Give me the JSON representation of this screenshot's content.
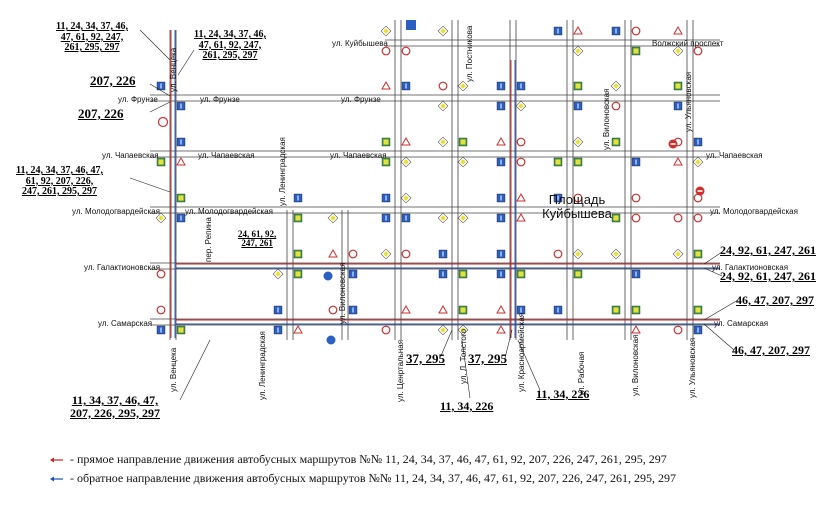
{
  "streets_horizontal": {
    "kuibysheva": "ул. Куйбышева",
    "volzhsky": "Волжский проспект",
    "frunze_left": "ул. Фрунзе",
    "frunze_left2": "ул. Фрунзе",
    "frunze_center": "ул. Фрунзе",
    "chapaevskaya_left": "ул. Чапаевская",
    "chapaevskaya_left2": "ул. Чапаевская",
    "chapaevskaya_center": "ул. Чапаевская",
    "chapaevskaya_right": "ул. Чапаевская",
    "molodogvardeiskaya_left": "ул. Молодогвардейская",
    "molodogvardeiskaya_left2": "ул. Молодогвардейская",
    "molodogvardeiskaya_right": "ул. Молодогвардейская",
    "galaktionovskaya_left": "ул. Галактионовская",
    "galaktionovskaya_right": "ул. Галактионовская",
    "samarskaya_left": "ул. Самарская",
    "samarskaya_right": "ул. Самарская"
  },
  "streets_vertical": {
    "venceka_top": "ул. Венцека",
    "venceka_bottom": "ул. Венцека",
    "leningradskaya_top": "ул. Ленинградская",
    "leningradskaya_bottom": "ул. Ленинградская",
    "repina": "пер. Репина",
    "vilonovskaya": "ул. Вилоновская",
    "vilonovskaya_top": "ул. Вилоновская",
    "postnikova": "ул. Постникова",
    "tsentralnaya": "ул. Ценртальная",
    "tolstogo": "ул. Л. Толстого",
    "krasnoarmeiskaya": "ул. Красноармейская",
    "rabochaya": "ул. Рабочая",
    "vilonovskaya_bottom": "ул. Вилоновская",
    "ulyanovskaya_top": "ул. Ульяновская",
    "ulyanovskaya_bottom": "ул. Ульяновская"
  },
  "square": {
    "line1": "Площадь",
    "line2": "Куйбышева"
  },
  "routes": {
    "top_left_a": "11, 24, 34, 37, 46,",
    "top_left_b": "47, 61, 92, 247,",
    "top_left_c": "261, 295, 297",
    "top_mid_a": "11, 24, 34, 37, 46,",
    "top_mid_b": "47, 61, 92, 247,",
    "top_mid_c": "261, 295, 297",
    "frunze_up": "207, 226",
    "frunze_down": "207, 226",
    "chap_a": "11, 24, 34, 37, 46, 47,",
    "chap_b": "61, 92, 207, 226,",
    "chap_c": "247, 261, 295, 297",
    "repina_a": "24, 61, 92,",
    "repina_b": "247, 261",
    "bottom_left_a": "11, 34, 37, 46, 47,",
    "bottom_left_b": "207, 226, 295, 297",
    "center_a": "37, 295",
    "center_b": "37, 295",
    "center_c": "11, 34, 226",
    "center_d": "11, 34, 226",
    "right_gal_a": "24, 92, 61, 247, 261",
    "right_gal_b": "24, 92, 61, 247, 261",
    "right_sam_a": "46, 47, 207, 297",
    "right_sam_b": "46, 47, 207, 297"
  },
  "legend": {
    "forward": "- прямое направление движения автобусных маршрутов №№ 11, 24, 34, 37, 46, 47, 61, 92, 207, 226, 247, 261, 295, 297",
    "reverse": "- обратное направление движения автобусных маршрутов №№ 11, 24, 34, 37, 46, 47, 61, 92, 207, 226, 247, 261, 295, 297"
  },
  "colors": {
    "road_line": "#444444",
    "forward_arrow": "#cc2222",
    "reverse_arrow": "#1a4fb5",
    "sign_yellow": "#e8e03a",
    "sign_green": "#3f9a4a",
    "sign_red": "#d22d2d",
    "sign_blue": "#2a5fc4"
  }
}
